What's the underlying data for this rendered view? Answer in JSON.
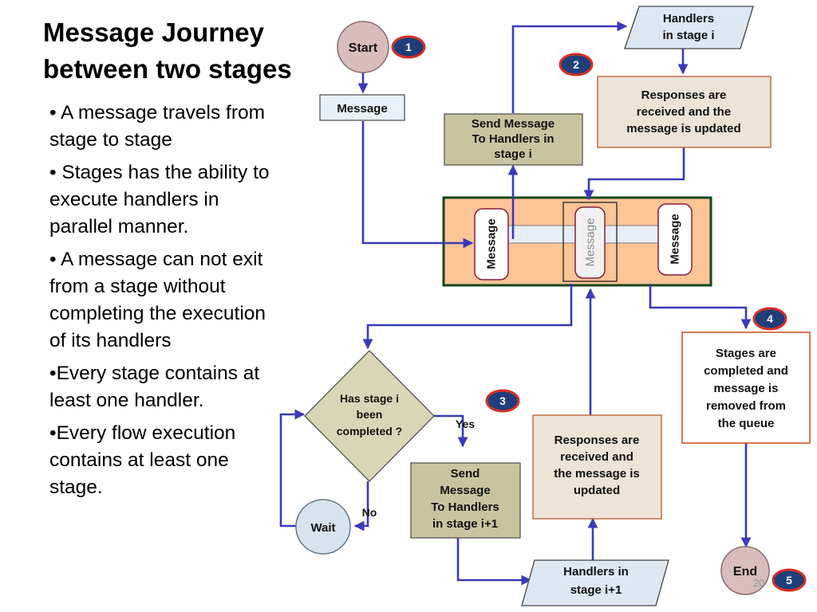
{
  "title_line1": "Message Journey",
  "title_line2": "between two stages",
  "bullets": [
    "• A message travels from stage to stage",
    "• Stages has the ability to execute handlers in parallel manner.",
    "• A message can not exit from a stage without completing the execution of its handlers",
    "•Every stage contains at least one handler.",
    "•Every flow execution contains at least one stage."
  ],
  "diagram": {
    "start": "Start",
    "message": "Message",
    "handlers_stage_i": [
      "Handlers",
      "in stage i"
    ],
    "responses_top": [
      "Responses are",
      "received and the",
      "message is updated"
    ],
    "send_stage_i": [
      "Send Message",
      "To Handlers in",
      "stage i"
    ],
    "queue_message_left": "Message",
    "queue_message_mid": "Message",
    "queue_message_right": "Message",
    "decision": [
      "Has stage i",
      "been",
      "completed ?"
    ],
    "yes": "Yes",
    "no": "No",
    "wait": "Wait",
    "send_stage_i1": [
      "Send",
      "Message",
      "To Handlers",
      "in stage i+1"
    ],
    "responses_bottom": [
      "Responses are",
      "received and",
      "the message is",
      "updated"
    ],
    "handlers_stage_i1": [
      "Handlers in",
      "stage i+1"
    ],
    "stages_completed": [
      "Stages are",
      "completed and",
      "message is",
      "removed from",
      "the queue"
    ],
    "end": "End",
    "badges": [
      "1",
      "2",
      "3",
      "4",
      "5"
    ]
  },
  "page_number": "20",
  "colors": {
    "arrow": "#3a3ab8",
    "badge": "#1e3f7a",
    "badge_ring": "#d72f25",
    "olive_box": "#c9c4a0",
    "beige_box": "#ede3d6",
    "parallelogram": "#dde8f3",
    "queue_bg": "#fcc596",
    "queue_border": "#14471a",
    "decision": "#d9d5b7",
    "start_circle": "#d9bcbc",
    "wait_circle": "#d7e4ee"
  }
}
